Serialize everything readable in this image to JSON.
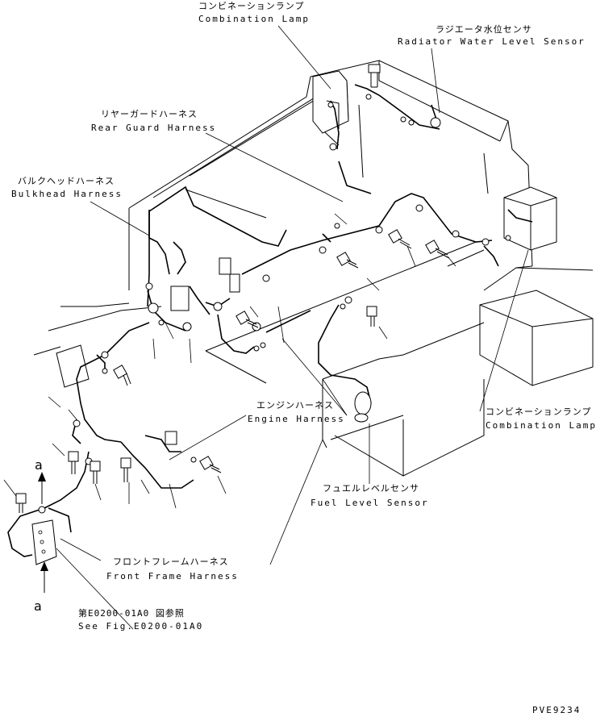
{
  "labels": {
    "combo_lamp_top_jp": "コンビネーションランプ",
    "combo_lamp_top_en": "Combination Lamp",
    "radiator_jp": "ラジエータ水位センサ",
    "radiator_en": "Radiator Water Level Sensor",
    "rear_guard_jp": "リヤーガードハーネス",
    "rear_guard_en": "Rear Guard Harness",
    "bulkhead_jp": "バルクヘッドハーネス",
    "bulkhead_en": "Bulkhead Harness",
    "engine_jp": "エンジンハーネス",
    "engine_en": "Engine Harness",
    "combo_lamp_right_jp": "コンビネーションランプ",
    "combo_lamp_right_en": "Combination Lamp",
    "fuel_jp": "フュエルレベルセンサ",
    "fuel_en": "Fuel Level Sensor",
    "front_frame_jp": "フロントフレームハーネス",
    "front_frame_en": "Front Frame Harness",
    "see_fig_jp": "第E0200-01A0 図参照",
    "see_fig_en": "See Fig.E0200-01A0",
    "view_a_top": "a",
    "view_a_bottom": "a",
    "drawing_no": "PVE9234"
  }
}
